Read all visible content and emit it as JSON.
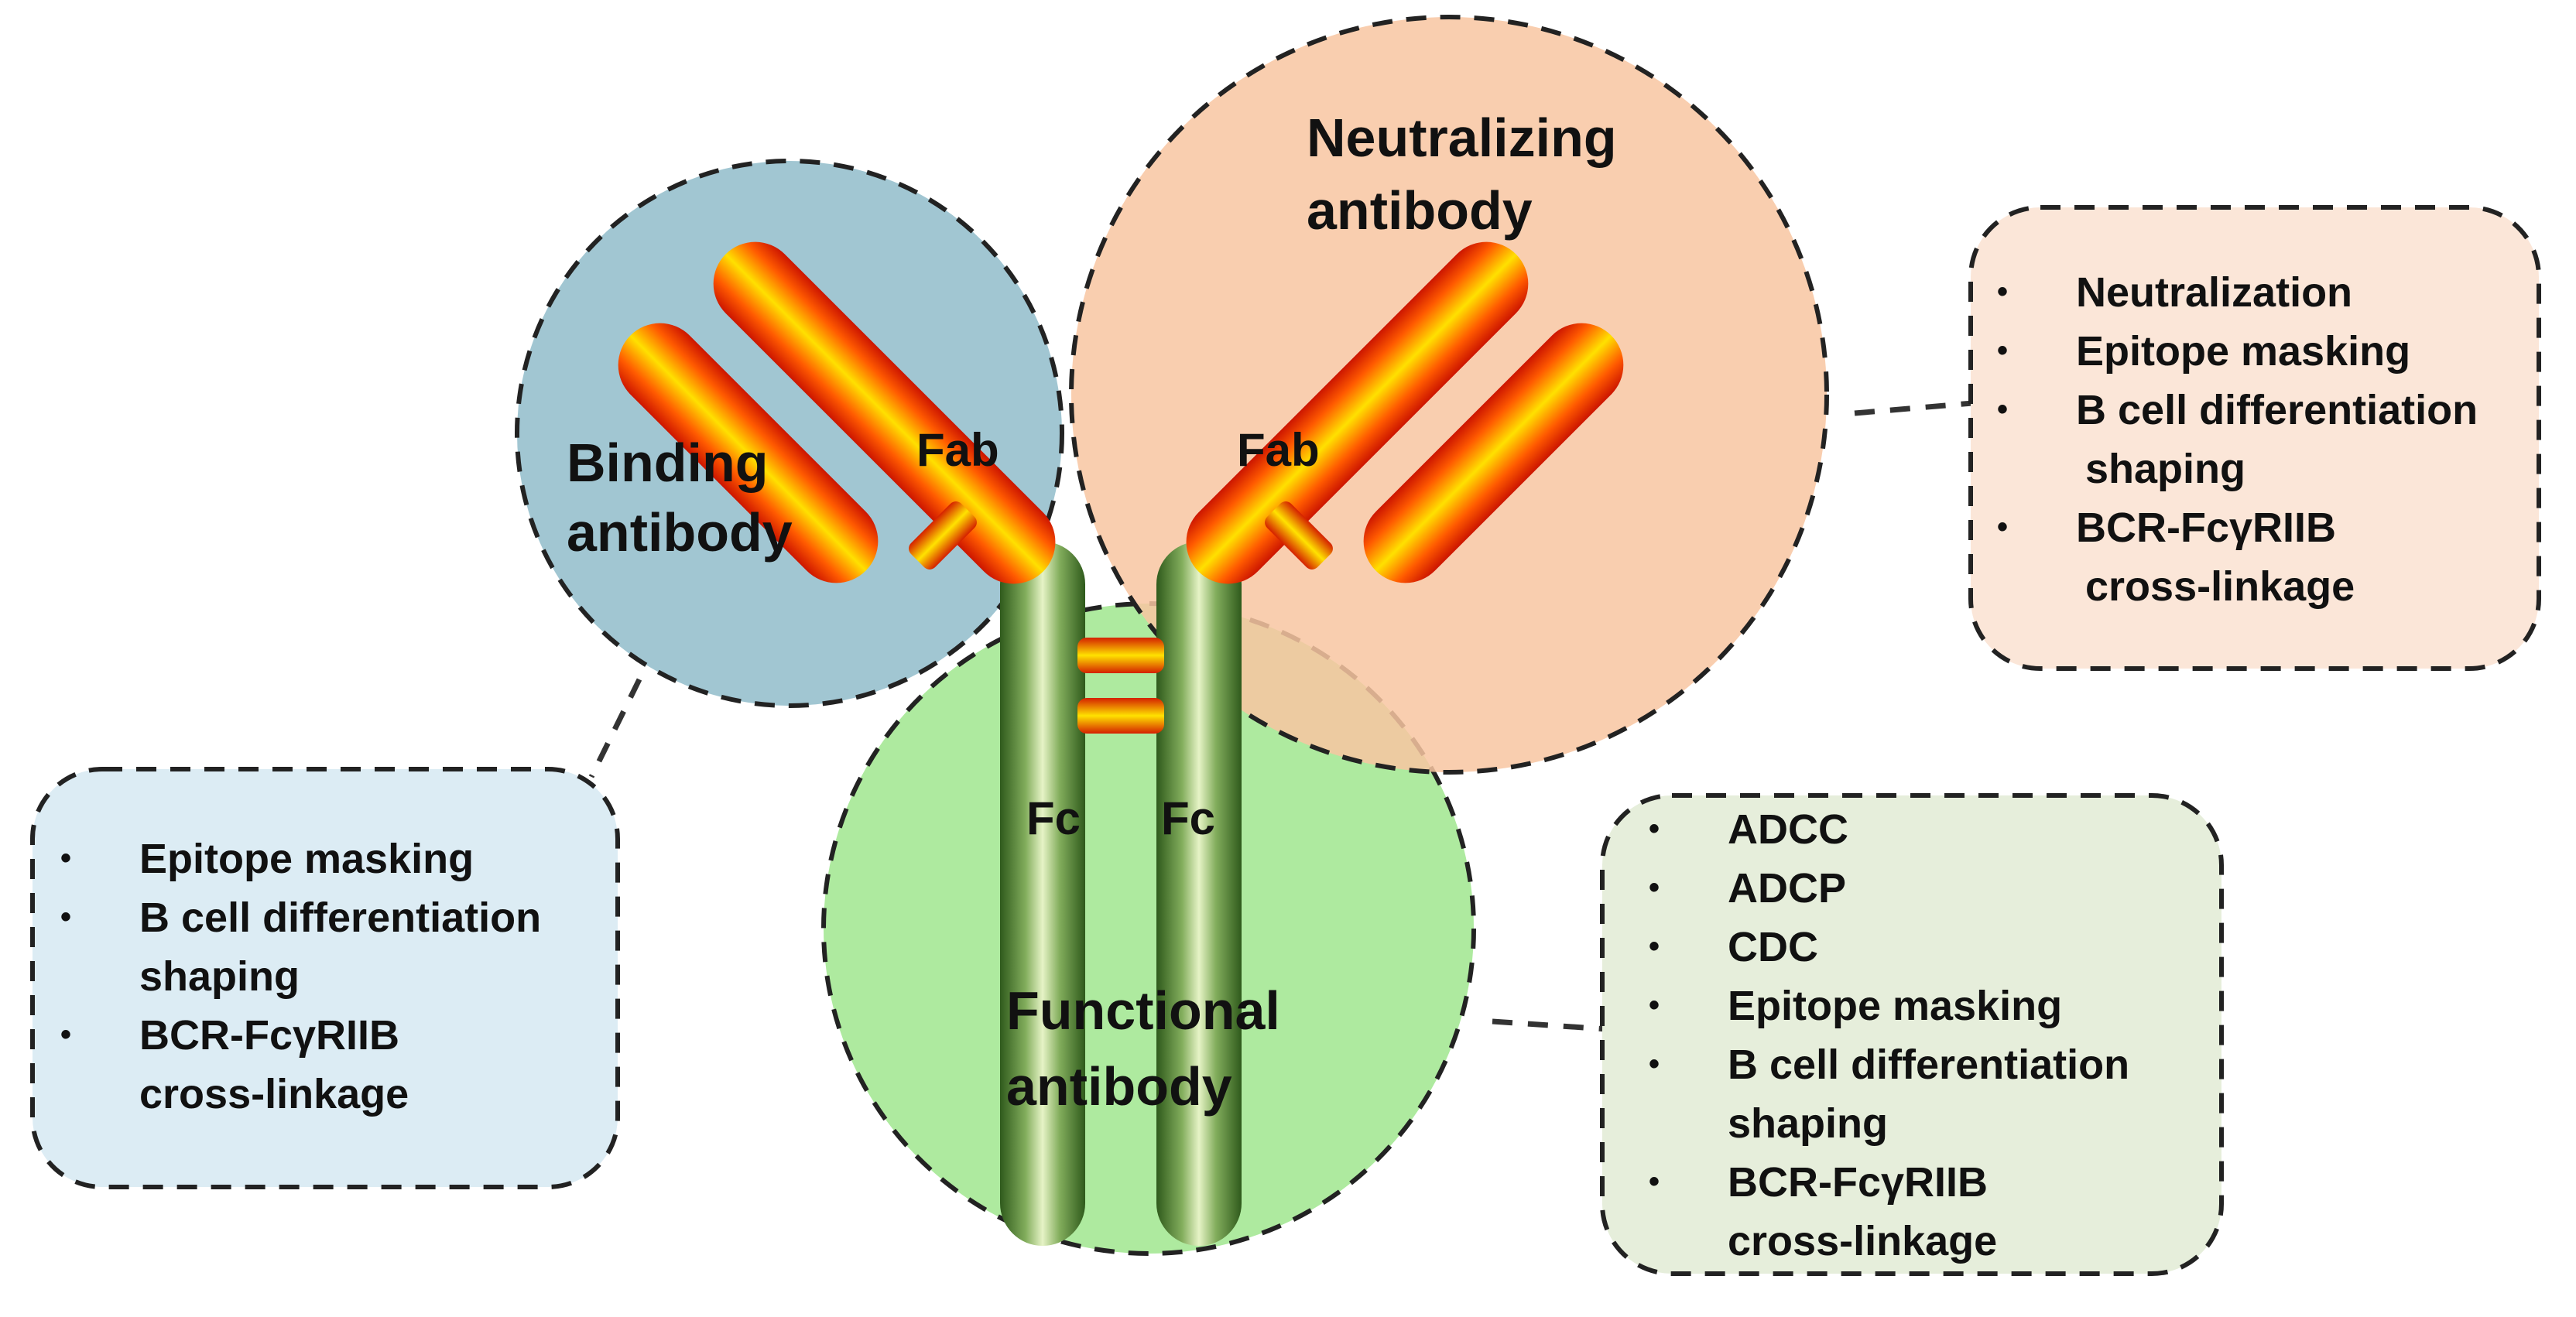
{
  "colors": {
    "binding_zone": "#9cc3d0",
    "neutralizing_zone": "#f8c6a1",
    "functional_zone": "#aeea9f",
    "binding_box": "#dcecf4",
    "neutralizing_box": "#fbe6d8",
    "functional_box": "#e6eedb",
    "heavy_chain": "#6f9a4e",
    "light_chain_core": "#ffd800",
    "light_chain_edge": "#e02000",
    "outline": "#222222"
  },
  "icons": {
    "bullet": "•"
  },
  "zones": {
    "binding": {
      "line1": "Binding",
      "line2": "antibody"
    },
    "neutralizing": {
      "line1": "Neutralizing",
      "line2": "antibody"
    },
    "functional": {
      "line1": "Functional",
      "line2": "antibody"
    }
  },
  "antibody": {
    "fab_left": "Fab",
    "fab_right": "Fab",
    "fc_left": "Fc",
    "fc_right": "Fc"
  },
  "boxes": {
    "neutralizing": [
      {
        "lines": [
          "Neutralization"
        ]
      },
      {
        "lines": [
          "Epitope masking"
        ]
      },
      {
        "lines": [
          "B cell differentiation",
          "shaping"
        ]
      },
      {
        "lines": [
          "BCR-FcγRIIB",
          "cross-linkage"
        ]
      }
    ],
    "binding": [
      {
        "lines": [
          "Epitope masking"
        ]
      },
      {
        "lines": [
          "B cell differentiation",
          "shaping"
        ]
      },
      {
        "lines": [
          "BCR-FcγRIIB",
          "cross-linkage"
        ]
      }
    ],
    "functional": [
      {
        "lines": [
          "ADCC"
        ]
      },
      {
        "lines": [
          "ADCP"
        ]
      },
      {
        "lines": [
          "CDC"
        ]
      },
      {
        "lines": [
          "Epitope masking"
        ]
      },
      {
        "lines": [
          "B cell differentiation",
          "shaping"
        ]
      },
      {
        "lines": [
          "BCR-FcγRIIB",
          "cross-linkage"
        ]
      }
    ]
  }
}
